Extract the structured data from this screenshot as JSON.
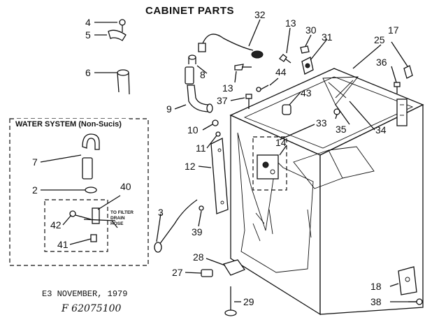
{
  "title": "CABINET PARTS",
  "water_system": {
    "title": "WATER SYSTEM (Non-Sucis)",
    "note_lines": [
      "TO FILTER",
      "DRAIN",
      "HOSE"
    ]
  },
  "callouts": [
    "2",
    "3",
    "4",
    "5",
    "6",
    "7",
    "8",
    "9",
    "10",
    "11",
    "12",
    "13",
    "13",
    "14",
    "17",
    "18",
    "25",
    "27",
    "28",
    "29",
    "30",
    "31",
    "32",
    "33",
    "34",
    "35",
    "36",
    "37",
    "38",
    "39",
    "40",
    "41",
    "42",
    "43",
    "44"
  ],
  "footer": {
    "date": "E3 NOVEMBER, 1979",
    "handwritten": "F 62075100"
  }
}
